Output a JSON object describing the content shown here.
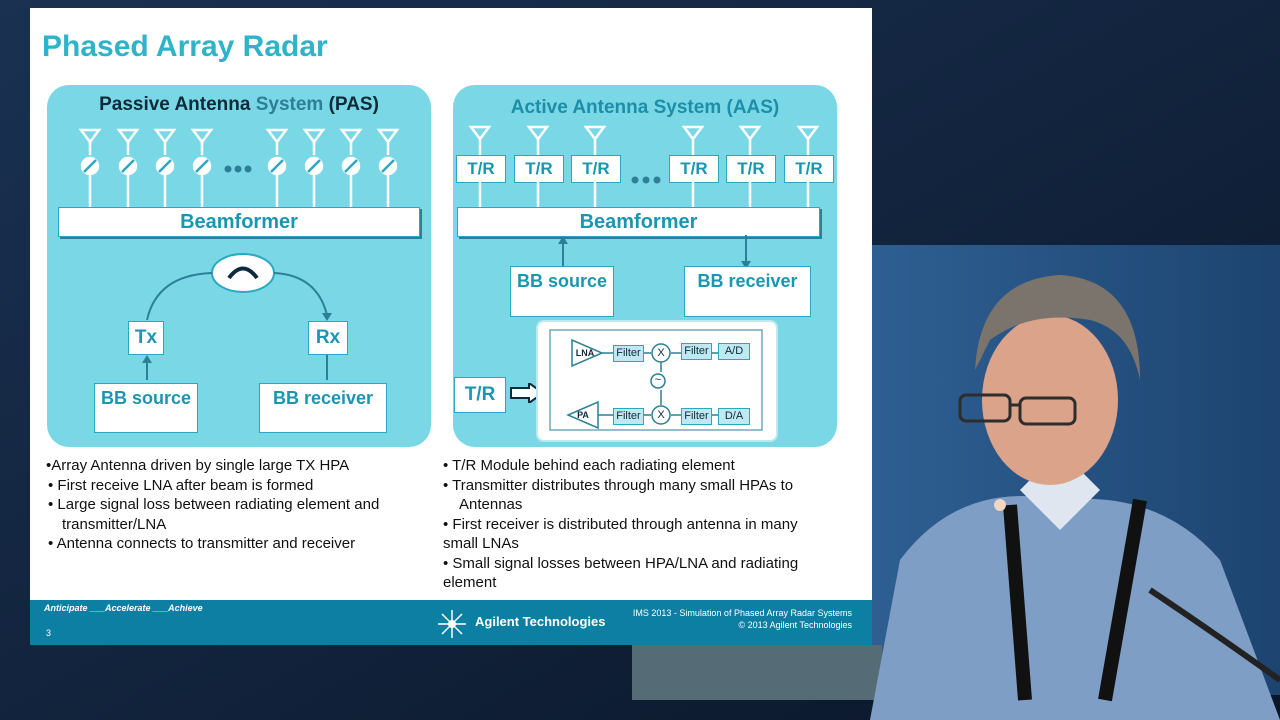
{
  "slide": {
    "title": "Phased Array Radar",
    "pas": {
      "title_a": "Passive Antenna ",
      "title_b": "System",
      "title_c": " (PAS)",
      "beamformer": "Beamformer",
      "tx": "Tx",
      "rx": "Rx",
      "bb_source": "BB source",
      "bb_receiver": "BB receiver"
    },
    "aas": {
      "title": "Active Antenna System (AAS)",
      "tr_label": "T/R",
      "beamformer": "Beamformer",
      "bb_source": "BB source",
      "bb_receiver": "BB receiver",
      "chain": {
        "lna": "LNA",
        "filter": "Filter",
        "mixer": "X",
        "ad": "A/D",
        "pa": "PA",
        "da": "D/A",
        "lo": "~"
      }
    },
    "pas_bullets": [
      "•Array Antenna driven by single large TX HPA",
      "• First receive LNA after beam is formed",
      "• Large signal loss between radiating element and",
      "  transmitter/LNA",
      "• Antenna connects to transmitter and receiver"
    ],
    "aas_bullets": [
      "• T/R Module behind each radiating element",
      "• Transmitter distributes through many small HPAs to",
      "  Antennas",
      "• First receiver is distributed through antenna in many",
      "small LNAs",
      "• Small signal losses between HPA/LNA and radiating",
      "element"
    ],
    "footer": {
      "tagline": "Anticipate ___Accelerate ___Achieve",
      "slide_number": "3",
      "company": "Agilent Technologies",
      "conference_line1": "IMS 2013 - Simulation of Phased Array Radar Systems",
      "conference_line2": "© 2013 Agilent Technologies"
    }
  },
  "colors": {
    "title": "#2fb3c9",
    "panel": "#7ad8e6",
    "footer": "#0d7fa3"
  }
}
